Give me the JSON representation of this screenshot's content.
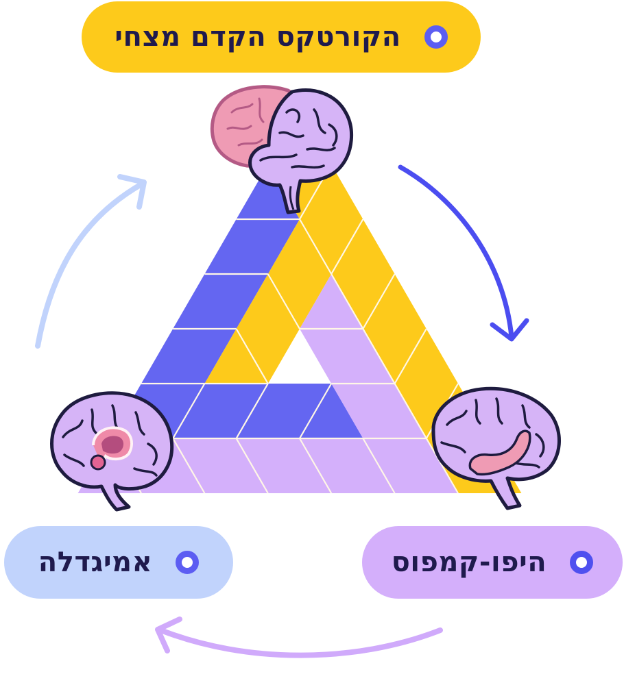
{
  "diagram": {
    "title_nodes": {
      "top": {
        "label": "הקורטקס הקדם מצחי",
        "color": "#fdca1b"
      },
      "left": {
        "label": "אמיגדלה",
        "color": "#c1d3fc"
      },
      "right": {
        "label": "היפו-קמפוס",
        "color": "#d4affb"
      }
    },
    "band_colors": {
      "blue": "#6466f1",
      "yellow": "#fdca1b",
      "lavender": "#d4b0fb",
      "grid_lines": "#fff7e6"
    },
    "arrows": [
      {
        "name": "arrow-amygdala-to-prefrontal",
        "from": "left",
        "to": "top",
        "color": "#c1d3fc"
      },
      {
        "name": "arrow-prefrontal-to-hippocampus",
        "from": "top",
        "to": "right",
        "color": "#4b4df0"
      },
      {
        "name": "arrow-hippocampus-to-amygdala",
        "from": "right",
        "to": "left",
        "color": "#d0aafb"
      }
    ],
    "icons": {
      "top_brain": "brain-prefrontal-highlight-icon",
      "left_brain": "brain-amygdala-highlight-icon",
      "right_brain": "brain-hippocampus-highlight-icon",
      "node_marker": "ring-dot-icon"
    }
  }
}
